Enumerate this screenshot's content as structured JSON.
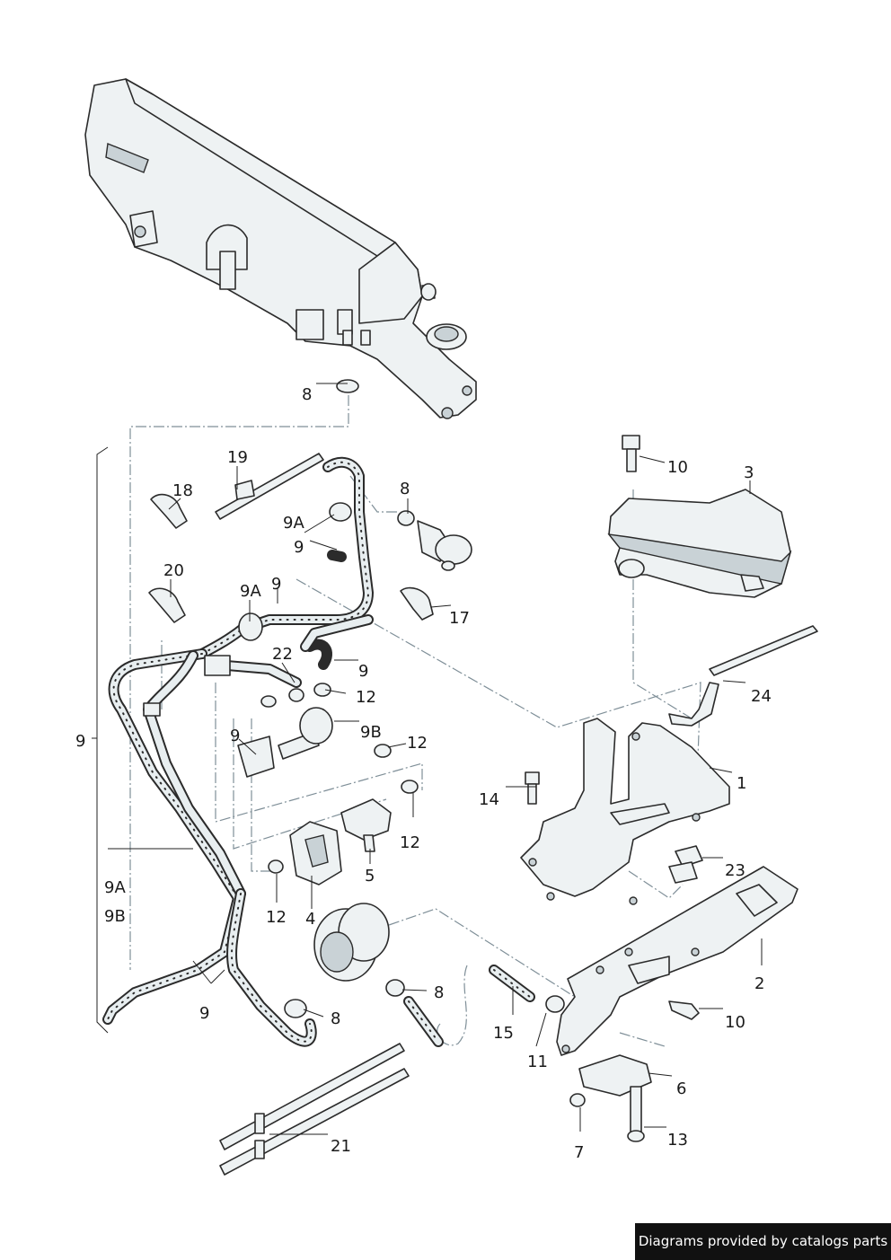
{
  "callouts": {
    "c8_top": "8",
    "c19": "19",
    "c18": "18",
    "c8_b": "8",
    "c9A_a": "9A",
    "c9_a": "9",
    "c20": "20",
    "c9A_b": "9A",
    "c9_b": "9",
    "c17": "17",
    "c22": "22",
    "c9_c": "9",
    "c12_a": "12",
    "c9_d": "9",
    "c9B": "9B",
    "c12_b": "12",
    "c9_left": "9",
    "c12_c": "12",
    "c5": "5",
    "c12_d": "12",
    "c4": "4",
    "c9A_side": "9A",
    "c9B_side": "9B",
    "c9_e": "9",
    "c8_c": "8",
    "c8_d": "8",
    "c15": "15",
    "c11": "11",
    "c10_a": "10",
    "c3": "3",
    "c24": "24",
    "c14": "14",
    "c1": "1",
    "c23": "23",
    "c2": "2",
    "c10_b": "10",
    "c6": "6",
    "c7": "7",
    "c13": "13",
    "c21": "21"
  },
  "footer": {
    "credit": "Diagrams provided by catalogs parts"
  }
}
